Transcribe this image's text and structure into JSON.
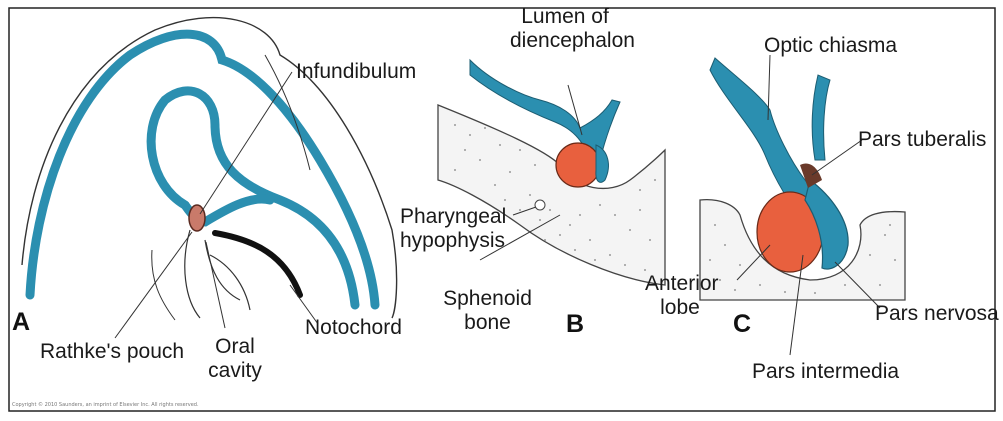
{
  "labels": {
    "infundibulum": "Infundibulum",
    "rathkes_pouch": "Rathke's pouch",
    "oral_cavity": [
      "Oral",
      "cavity"
    ],
    "notochord": "Notochord",
    "lumen_of_diencephalon": [
      "Lumen of",
      "diencephalon"
    ],
    "pharyngeal_hypophysis": [
      "Pharyngeal",
      "hypophysis"
    ],
    "sphenoid_bone": [
      "Sphenoid",
      "bone"
    ],
    "optic_chiasma": "Optic chiasma",
    "pars_tuberalis": "Pars tuberalis",
    "anterior_lobe": [
      "Anterior",
      "lobe"
    ],
    "pars_nervosa": "Pars nervosa",
    "pars_intermedia": "Pars intermedia"
  },
  "panels": [
    "A",
    "B",
    "C"
  ],
  "copyright": "Copyright © 2010 Saunders, an imprint of Elsevier Inc. All rights reserved.",
  "colors": {
    "neural": "#2b8fb0",
    "adenohypophysis": "#e8603e",
    "rathke": "#c97a6a",
    "pars_tuberalis": "#6a3a2a",
    "outline": "#333333",
    "notochord": "#111111"
  }
}
